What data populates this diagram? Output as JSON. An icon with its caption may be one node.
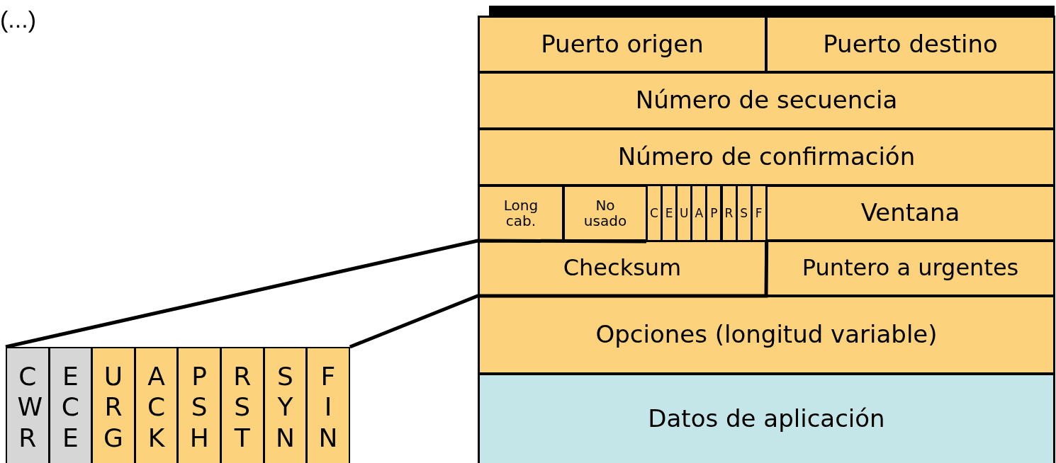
{
  "diagram": {
    "nodes": [
      {
        "text": [
          "Puerto origen"
        ]
      },
      {
        "text": [
          "Puerto destino"
        ]
      },
      {
        "text": [
          "Número de secuencia"
        ]
      },
      {
        "text": [
          "Número de confirmación"
        ]
      },
      {
        "text": [
          "Long cab."
        ]
      },
      {
        "text": [
          "No usado"
        ]
      },
      {
        "text": [
          "C"
        ]
      },
      {
        "text": [
          "E"
        ]
      },
      {
        "text": [
          "U"
        ]
      },
      {
        "text": [
          "A"
        ]
      },
      {
        "text": [
          "P"
        ]
      },
      {
        "text": [
          "R"
        ]
      },
      {
        "text": [
          "S"
        ]
      },
      {
        "text": [
          "F"
        ]
      },
      {
        "text": [
          "Ventana"
        ]
      },
      {
        "text": [
          "Checksum"
        ]
      },
      {
        "text": [
          "Puntero a urgentes"
        ]
      },
      {
        "text": [
          "Opciones (longitud variable)"
        ]
      },
      {
        "text": [
          "Datos de aplicación"
        ]
      },
      {
        "text": [
          "CWR"
        ]
      },
      {
        "text": [
          "ECE"
        ]
      },
      {
        "text": [
          "URG"
        ]
      },
      {
        "text": [
          "ACK"
        ]
      },
      {
        "text": [
          "PSH"
        ]
      },
      {
        "text": [
          "RST"
        ]
      },
      {
        "text": [
          "SYN"
        ]
      },
      {
        "text": [
          "FIN"
        ]
      }
    ],
    "edges": [
      {
        "from": 6,
        "to": 19,
        "arrow": "none"
      },
      {
        "from": 13,
        "to": 26,
        "arrow": "none"
      }
    ],
    "labels": [
      "(...)"
    ]
  }
}
